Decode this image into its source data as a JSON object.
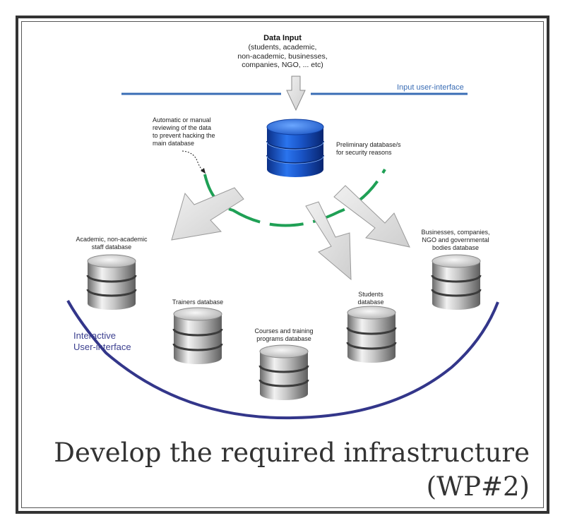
{
  "data_input": {
    "title": "Data Input",
    "lines": [
      "(students, academic,",
      "non-academic, businesses,",
      "companies, NGO, ... etc)"
    ]
  },
  "input_ui_label": "Input user-interface",
  "review_note": [
    "Automatic or manual",
    "reviewing of the data",
    "to prevent hacking the",
    "main database"
  ],
  "preliminary_db": [
    "Preliminary database/s",
    "for security reasons"
  ],
  "databases": {
    "academic": [
      "Academic, non-academic",
      "staff database"
    ],
    "trainers": [
      "Trainers database"
    ],
    "courses": [
      "Courses and training",
      "programs database"
    ],
    "students": [
      "Students",
      "database"
    ],
    "businesses": [
      "Businesses, companies,",
      "NGO and governmental",
      "bodies database"
    ]
  },
  "interactive_ui": [
    "Interactive",
    "User-interface"
  ],
  "title": [
    "Develop the required infrastructure",
    "(WP#2)"
  ],
  "colors": {
    "input_line": "#3a6db5",
    "review_arc": "#1fa055",
    "interactive_arc": "#33368a",
    "main_db": "#1a55c8",
    "secondary_db": "#b4b4b4",
    "arrow_fill": "#e3e3e3"
  }
}
